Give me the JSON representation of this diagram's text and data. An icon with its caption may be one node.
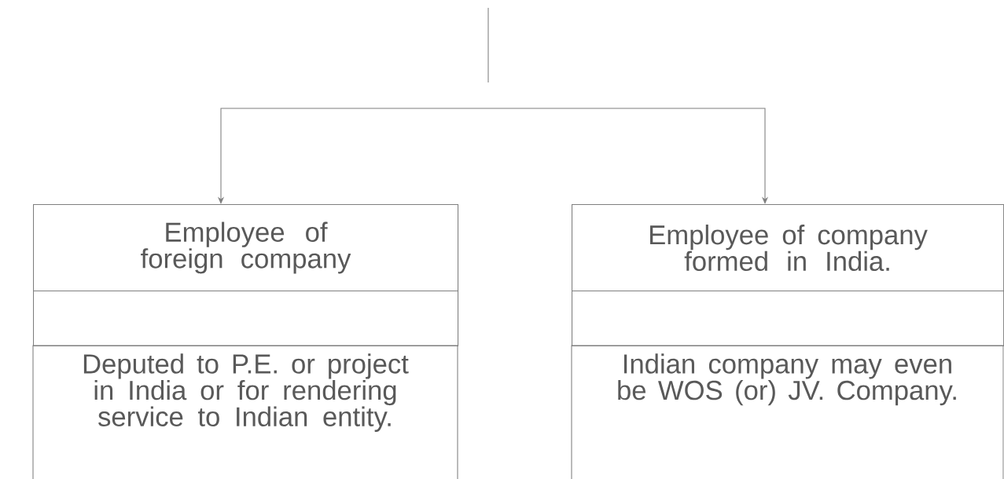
{
  "diagram": {
    "nodes": [
      {
        "text": [
          "Employee of foreign company"
        ]
      },
      {
        "text": [],
        "shape": "box"
      },
      {
        "text": [
          "Deputed to P.E. or project in India or for rendering service to Indian entity."
        ]
      },
      {
        "text": [
          "Employee of company formed in India."
        ]
      },
      {
        "text": [],
        "shape": "box"
      },
      {
        "text": [
          "Indian company may even be WOS (or) JV. Company."
        ]
      }
    ],
    "edges": [
      {
        "from": 0,
        "to": 3,
        "arrow": "both"
      }
    ]
  }
}
